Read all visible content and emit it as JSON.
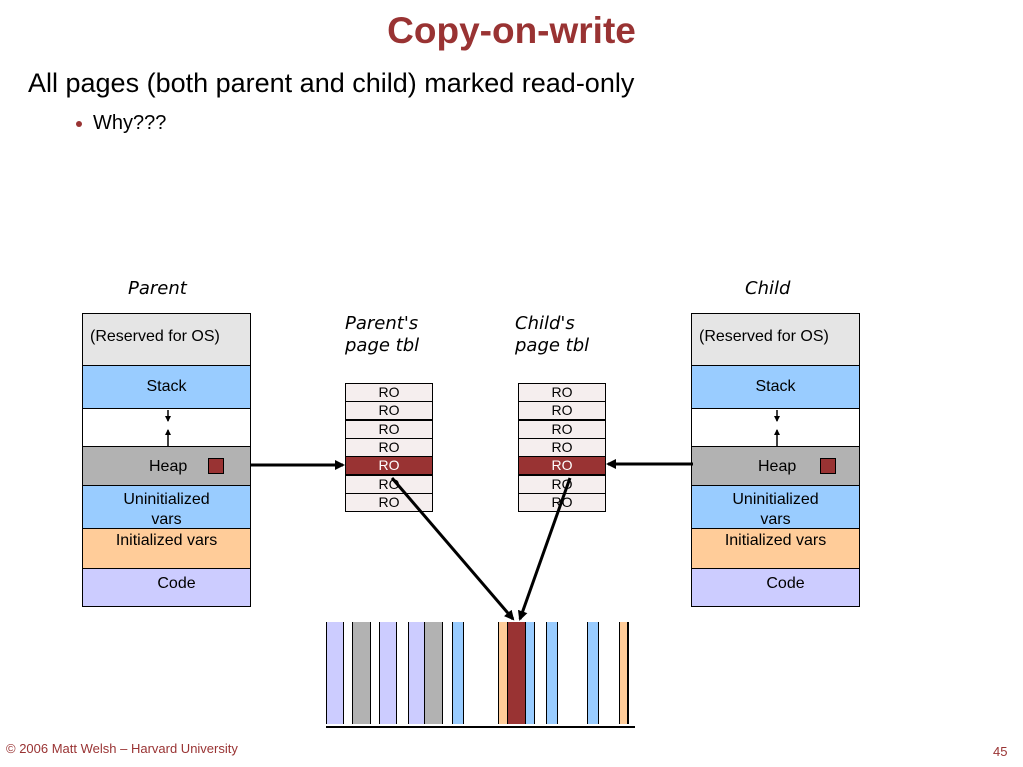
{
  "slide": {
    "title": "Copy-on-write",
    "bullet1": "All pages (both parent and child) marked read-only",
    "bullet2": "Why???"
  },
  "diagram": {
    "parent_label": "Parent",
    "child_label": "Child",
    "parent_pt_label": "Parent's\npage tbl",
    "child_pt_label": "Child's\npage tbl",
    "segments": {
      "reserved": "(Reserved for OS)",
      "stack": "Stack",
      "heap": "Heap",
      "uninit": "Uninitialized vars",
      "init": "Initialized vars",
      "code": "Code"
    },
    "page_table_entries": [
      "RO",
      "RO",
      "RO",
      "RO",
      "RO",
      "RO",
      "RO"
    ],
    "highlighted_entry": 4,
    "memory_strip": [
      "lavender",
      "white",
      "gray",
      "white",
      "lavender",
      "white",
      "lavender",
      "gray",
      "white",
      "blue",
      "white",
      "peach",
      "dark-red",
      "blue",
      "white",
      "blue",
      "white",
      "blue",
      "white",
      "peach"
    ]
  },
  "colors": {
    "title": "#993333",
    "reserved": "#e5e5e5",
    "stack": "#99ccff",
    "heap": "#b2b2b2",
    "uninit": "#99ccff",
    "init": "#ffcc99",
    "code": "#ccccff",
    "highlight": "#993333"
  },
  "footer": {
    "copyright": "© 2006 Matt Welsh – Harvard University",
    "page_number": "45"
  }
}
